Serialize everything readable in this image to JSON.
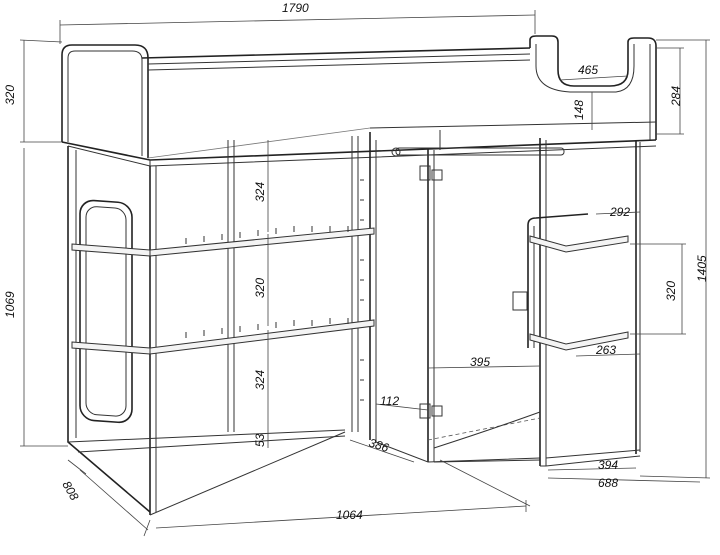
{
  "dimensions": {
    "total_width": "1790",
    "rail_height": "320",
    "ladder_cutout_width": "465",
    "ladder_height": "284",
    "ladder_cutout_depth": "148",
    "total_height": "1405",
    "lower_height": "1069",
    "upper_shelf_gap": "324",
    "middle_shelf_gap": "320",
    "lower_shelf_gap": "324",
    "plinth_height": "53",
    "door_offset": "112",
    "shelf_depth_small": "386",
    "desk_width": "1064",
    "depth": "808",
    "wardrobe_depth": "395",
    "side_shelf_width": "292",
    "side_shelf_gap": "320",
    "side_shelf_depth": "263",
    "side_cabinet_width": "394",
    "side_cabinet_depth": "688"
  }
}
